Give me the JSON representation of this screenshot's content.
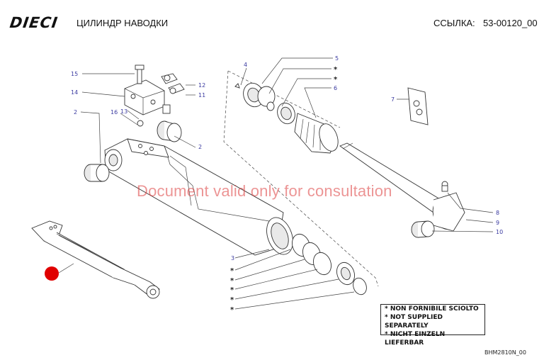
{
  "header": {
    "brand": "DIECI",
    "title": "ЦИЛИНДР НАВОДКИ",
    "reference_label": "ССЫЛКА:",
    "reference_code": "53-00120_00"
  },
  "watermark": "Document valid only for consultation",
  "callouts": {
    "c15": "15",
    "c14": "14",
    "c13": "13",
    "c16": "16",
    "c2a": "2",
    "c2b": "2",
    "c12": "12",
    "c11": "11",
    "c4": "4",
    "c5": "5",
    "c6": "6",
    "c7": "7",
    "c8": "8",
    "c9": "9",
    "c10": "10",
    "c3": "3"
  },
  "stars": {
    "s1": "*",
    "s2": "*",
    "s3": "*",
    "s4": "*",
    "s5": "*",
    "s6": "*",
    "s7": "*"
  },
  "legend": {
    "line1": "* NON FORNIBILE SCIOLTO",
    "line2": "* NOT SUPPLIED SEPARATELY",
    "line3": "* NICHT EINZELN LIEFERBAR"
  },
  "footer": {
    "code": "BHM2810N_00"
  },
  "colors": {
    "marker": "#e00000",
    "callout_text": "#3a3aa0",
    "watermark": "#dc3c3c"
  }
}
